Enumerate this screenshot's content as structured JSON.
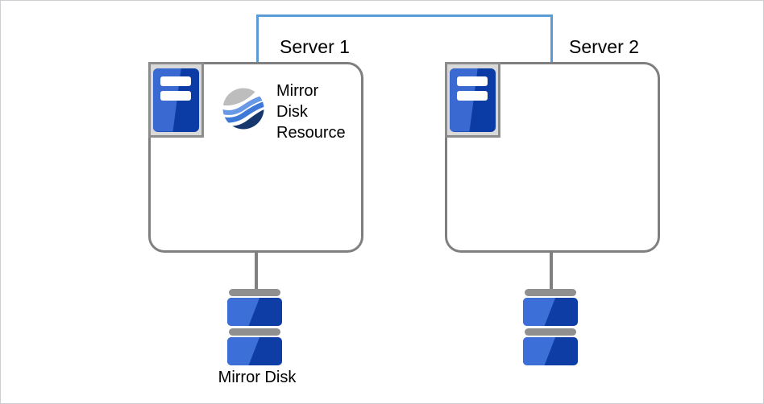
{
  "diagram": {
    "type": "cluster-mirror-disk-architecture",
    "servers": [
      {
        "label": "Server 1"
      },
      {
        "label": "Server 2"
      }
    ],
    "resource": {
      "lines": [
        "Mirror",
        "Disk",
        "Resource"
      ]
    },
    "disks": [
      {
        "label": "Mirror Disk"
      },
      {
        "label": ""
      }
    ],
    "icons": [
      "server-tower-icon",
      "mirror-disk-resource-wave-globe-icon",
      "disk-stack-icon"
    ],
    "colors": {
      "interconnect_blue": "#5b9bd5",
      "box_border_gray": "#7f7f7f",
      "connector_gray": "#808080",
      "icon_frame_border": "#8c8c8c",
      "icon_frame_bg": "#d9d9d9",
      "tower_light_blue": "#3a69d2",
      "tower_dark_blue": "#0b3ca6",
      "disk_light_blue": "#3d6fd9",
      "disk_dark_blue": "#0e3da6",
      "disk_cap_gray": "#8f8f8f",
      "wave_gray": "#bdbdbd",
      "wave_light_blue": "#6899e6",
      "wave_mid_blue": "#3e78d8",
      "wave_navy": "#16366e",
      "canvas_border": "#cbcdd1",
      "text": "#000000"
    }
  }
}
